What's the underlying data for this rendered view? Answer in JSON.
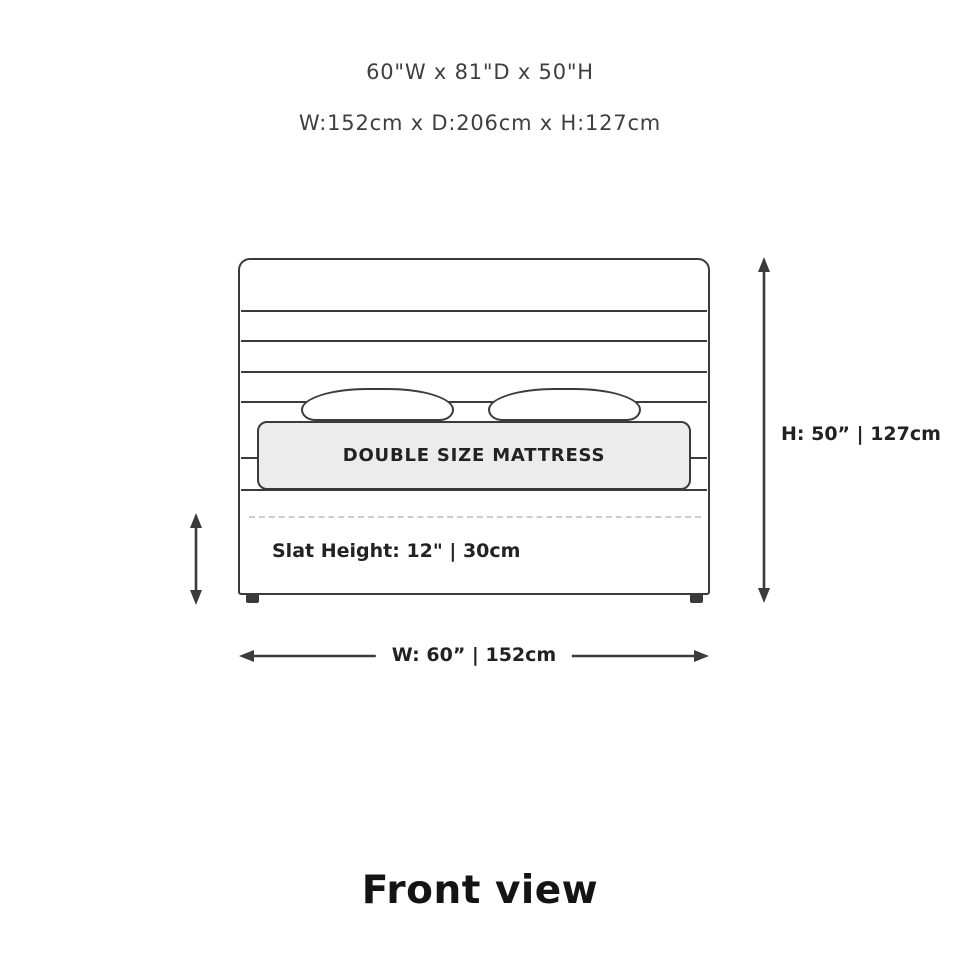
{
  "header": {
    "dimensions_inches": "60\"W x 81\"D x 50\"H",
    "dimensions_cm": "W:152cm x D:206cm x H:127cm"
  },
  "diagram": {
    "mattress_label": "DOUBLE SIZE MATTRESS",
    "slat_height_label": "Slat Height: 12\" | 30cm",
    "height_label": "H: 50” | 127cm",
    "width_label": "W: 60” | 152cm"
  },
  "footer": {
    "title": "Front view"
  },
  "colors": {
    "stroke": "#3b3b3b",
    "mattress_fill": "#ececec",
    "dashed_line": "#cccccc",
    "background": "#ffffff"
  }
}
